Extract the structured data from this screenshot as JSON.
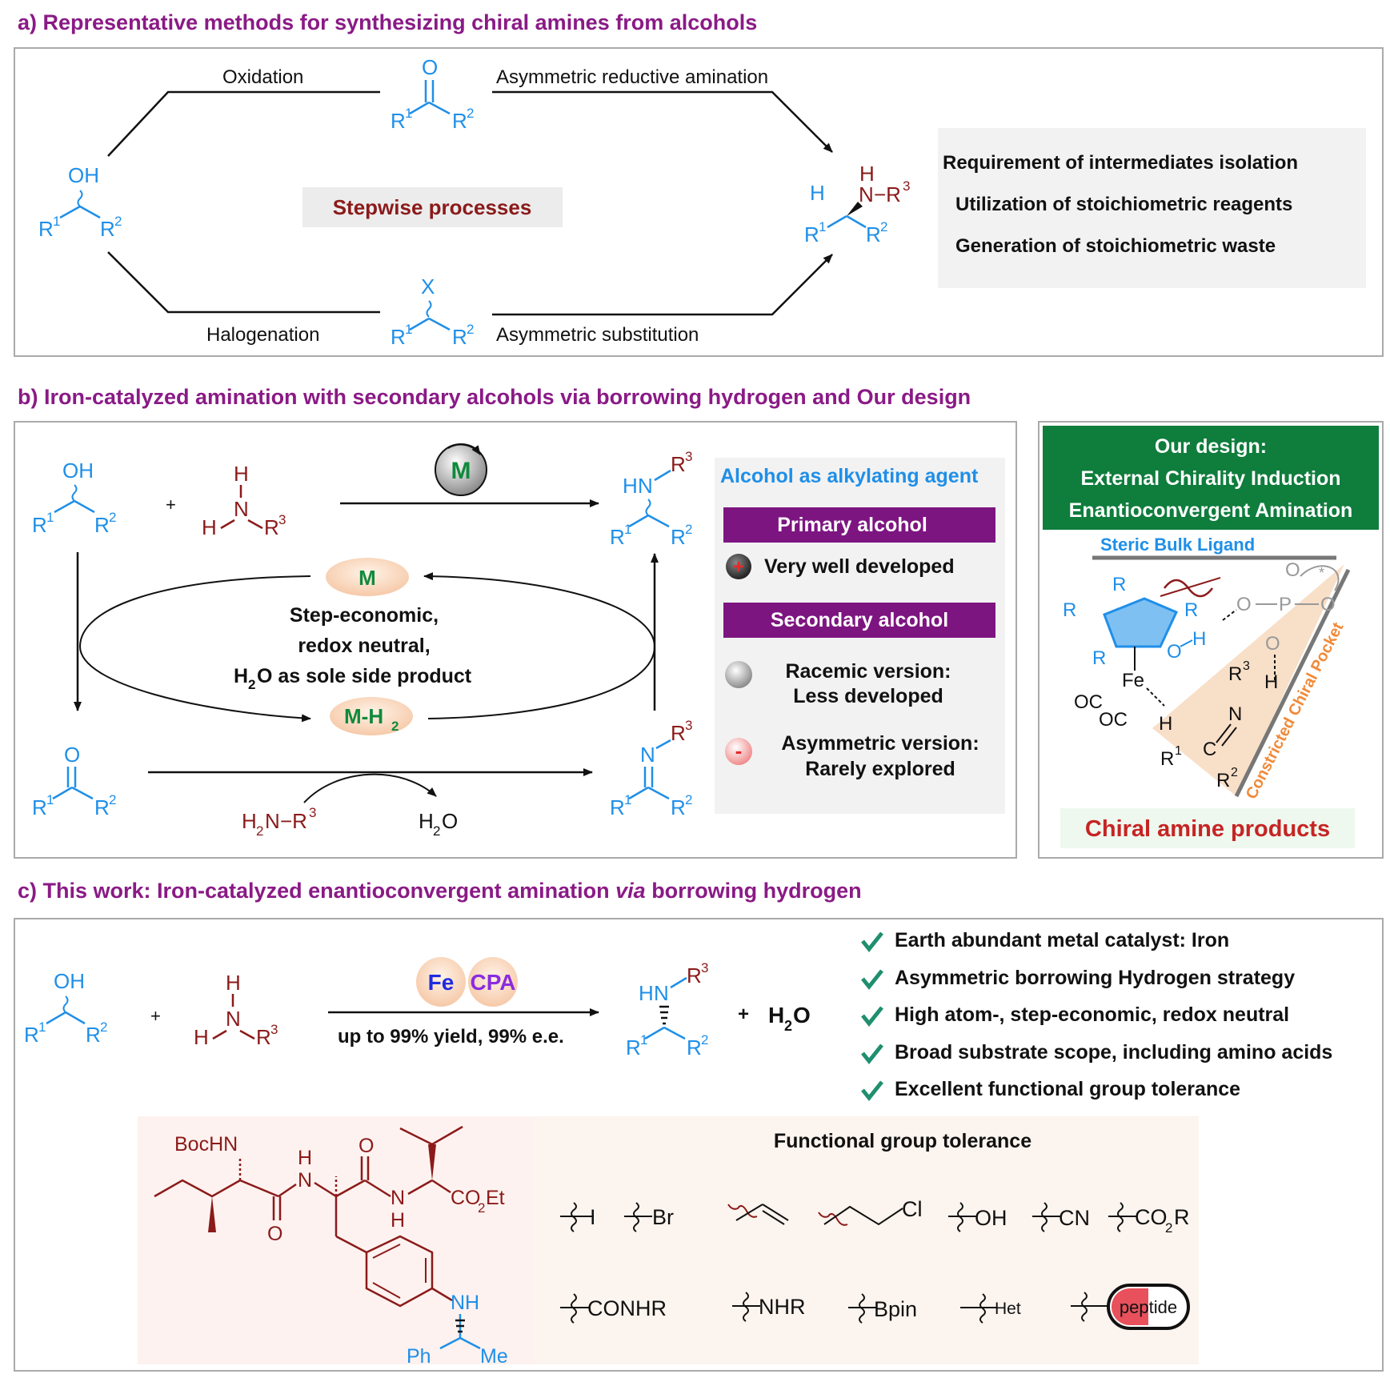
{
  "colors": {
    "purple": "#8a1a86",
    "blue": "#1f8fe8",
    "maroon": "#8b1a1a",
    "green": "#0f8a3c",
    "orange": "#f7d9bd",
    "gray_box": "#f2f2f2",
    "dark_purple": "#7d1581",
    "text": "#111111"
  },
  "section_a": {
    "title": "a) Representative methods for synthesizing chiral amines from alcohols",
    "oxidation": "Oxidation",
    "halogenation": "Halogenation",
    "asym_red_amination": "Asymmetric reductive amination",
    "asym_substitution": "Asymmetric substitution",
    "stepwise": "Stepwise processes",
    "drawbacks": [
      "Requirement of intermediates isolation",
      "Utilization of stoichiometric reagents",
      "Generation of  stoichiometric waste"
    ],
    "atoms": {
      "O": "O",
      "OH": "OH",
      "X": "X",
      "R": "R",
      "H": "H",
      "N": "N",
      "one": "1",
      "two": "2",
      "three": "3",
      "dash_R": "−R"
    }
  },
  "section_b": {
    "title": "b) Iron-catalyzed amination with secondary alcohols via borrowing hydrogen and Our design",
    "M": "M",
    "MH2": "M-H",
    "MH2_sub": "2",
    "cycle_lines": [
      "Step-economic,",
      "redox neutral,",
      "H",
      "O as sole side product"
    ],
    "cycle_sub": "2",
    "h2n_r3": "H",
    "h2o": "H",
    "plus": "+",
    "alcohol_agent": "Alcohol as alkylating agent",
    "primary": "Primary alcohol",
    "very_well": "Very well developed",
    "secondary": "Secondary alcohol",
    "racemic": [
      "Racemic version:",
      "Less developed"
    ],
    "asymmetric": [
      "Asymmetric version:",
      "Rarely explored"
    ],
    "plus_sign": "+",
    "minus_sign": "-",
    "design_title": [
      "Our design:",
      "External Chirality Induction",
      "Enantioconvergent Amination"
    ],
    "steric": "Steric Bulk Ligand",
    "pocket": "Constricted Chiral Pocket",
    "chiral_products": "Chiral amine products",
    "fe": "Fe",
    "oc": "OC",
    "p": "P",
    "c": "C",
    "star": "*"
  },
  "section_c": {
    "title_pre": "c) This work: Iron-catalyzed enantioconvergent amination ",
    "title_via": "via",
    "title_post": " borrowing hydrogen",
    "fe": "Fe",
    "cpa": "CPA",
    "conditions": "up to 99% yield, 99% e.e.",
    "h2o": "H",
    "features": [
      "Earth abundant metal catalyst: Iron",
      "Asymmetric borrowing Hydrogen strategy",
      "High atom-, step-economic, redox neutral",
      "Broad substrate scope, including amino acids",
      "Excellent functional group tolerance"
    ],
    "fg_title": "Functional group tolerance",
    "fg": {
      "I": "I",
      "Br": "Br",
      "Cl": "Cl",
      "OH": "OH",
      "CN": "CN",
      "CO2R": "CO",
      "CO2R_tail": "R",
      "CONHR": "CONHR",
      "NHR": "NHR",
      "Bpin": "Bpin",
      "Het": "Het",
      "peptide": "peptide"
    },
    "peptide_labels": {
      "bochn": "BocHN",
      "co2et": "CO",
      "et": "Et",
      "ph": "Ph",
      "me": "Me",
      "nh": "NH",
      "h": "H",
      "n": "N",
      "o": "O"
    }
  }
}
